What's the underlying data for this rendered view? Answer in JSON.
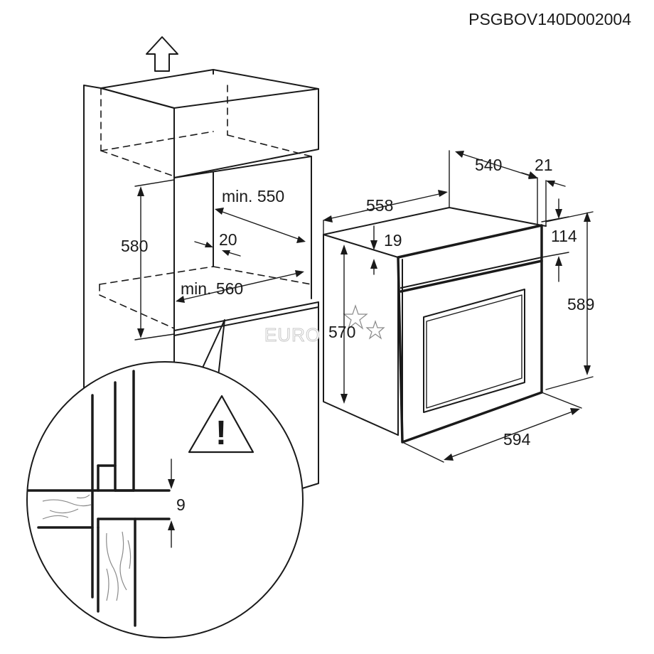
{
  "product_code": "PSGBOV140D002004",
  "watermark": "EURO",
  "warning_symbol": "!",
  "cabinet": {
    "height_label": "580",
    "depth_label": "min. 550",
    "gap_label": "20",
    "width_label": "min. 560",
    "detail_gap_label": "9"
  },
  "oven": {
    "top_depth_label": "558",
    "body_depth_label": "540",
    "front_thickness_label": "21",
    "panel_top_label": "19",
    "panel_height_label": "114",
    "total_height_label": "589",
    "body_height_label": "570",
    "width_label": "594"
  },
  "icons": [
    "up-arrow-icon",
    "warning-triangle-icon"
  ]
}
